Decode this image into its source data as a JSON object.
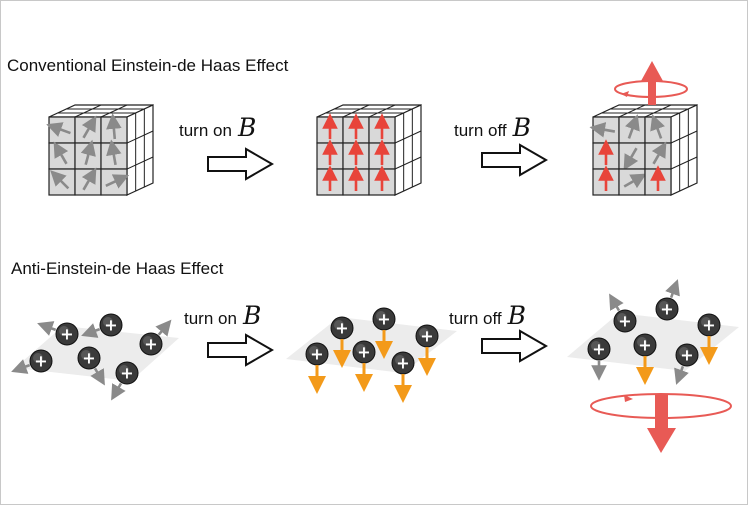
{
  "top_section": {
    "title": "Conventional Einstein-de Haas Effect",
    "turn_on_label": "turn on",
    "turn_off_label": "turn off",
    "field_symbol": "B"
  },
  "bottom_section": {
    "title": "Anti-Einstein-de Haas Effect",
    "turn_on_label": "turn on",
    "turn_off_label": "turn off",
    "field_symbol": "B"
  },
  "ion_symbol": "+",
  "colors": {
    "cube_face": "#d9d9d9",
    "cube_side": "#ffffff",
    "grey_arrow": "#8a8a8a",
    "red_arrow": "#e8443a",
    "orange_arrow": "#f39a1a",
    "rotation_red": "#e85a55",
    "ion_fill": "#3a3a3a",
    "plane": "#ececec"
  },
  "icons": [
    "hollow-right-arrow-icon",
    "rotation-ring-icon",
    "magnetic-moment-arrow-icon"
  ],
  "moment_states": {
    "left_cube": [
      "random",
      "random",
      "random",
      "random",
      "random",
      "random",
      "random",
      "random",
      "random"
    ],
    "middle_cube": [
      "up",
      "up",
      "up",
      "up",
      "up",
      "up",
      "up",
      "up",
      "up"
    ],
    "right_cube": [
      "random",
      "random",
      "random",
      "up",
      "random",
      "random",
      "up",
      "random",
      "up"
    ],
    "left_ions": [
      "random",
      "random",
      "random",
      "random",
      "random",
      "random"
    ],
    "middle_ions": [
      "down",
      "down",
      "down",
      "down",
      "down",
      "down"
    ],
    "right_ions": [
      "random",
      "random",
      "down",
      "random",
      "down",
      "random"
    ]
  },
  "rotation": {
    "top_right": "counter-clockwise-arrow-up",
    "bottom_right": "clockwise-arrow-down"
  }
}
